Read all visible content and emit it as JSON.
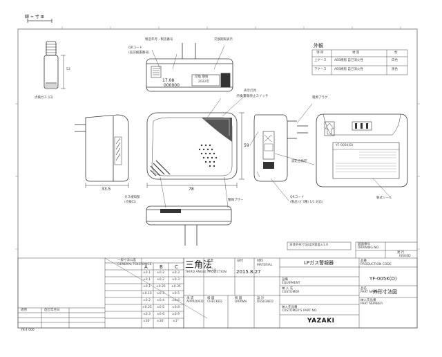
{
  "header": {
    "scale_label": "線 = 寸 ⊞"
  },
  "views": {
    "connector": {
      "label": "点検ガス (口)",
      "dim_height": "53"
    },
    "top": {
      "label_top": "製造年月・製造番号",
      "label_qr": "QRコード",
      "label_qr_sub": "(名前検置番号)",
      "label_wave": "交換期限表示",
      "date_left": "17.08",
      "serial": "000000",
      "date_right": "2022年",
      "plate_text": "交換 期限"
    },
    "front": {
      "label_lamp": "表示灯具",
      "label_switch": "点検/警報停止スイッチ",
      "label_vent": "ガス検知部",
      "label_vent_sub": "(点検口)",
      "label_buzzer": "警報ブザー",
      "dim_left": "33.5",
      "dim_width": "78",
      "dim_height": "59"
    },
    "side": {
      "label_plug": "電源プラグ",
      "label_qr": "QRコード",
      "label_qr_sub": "(製品 (ｶﾞｽ種) 1/1 対応)",
      "label_cert": "認定合格印"
    },
    "back": {
      "model_text": "YF-005K(D)",
      "label_seal": "製式シール"
    }
  },
  "legend": {
    "title": "外観",
    "headers": [
      "項 目",
      "材 質",
      "色"
    ],
    "rows": [
      {
        "item": "上ケース",
        "material": "ABS樹脂 自己消火性",
        "color": "白色"
      },
      {
        "item": "下ケース",
        "material": "ABS樹脂 自己消火性",
        "color": "黒色"
      }
    ]
  },
  "note": "本体外形寸法は許容差±1.0",
  "title_block": {
    "drawing_no_label": "図面番号",
    "drawing_no_sub": "DRAWING NO.",
    "issue_label": "発 行",
    "issue_sub": "ISSUED",
    "projection": "三角法",
    "projection_sub": "THIRD ANGLE PROJECTION",
    "scale_label": "尺度",
    "scale_value": "S=1/1",
    "date_label": "日付",
    "date_value": "2015.8.27",
    "material_label": "材料",
    "material_sub": "MATERIAL",
    "product_label": "LPガス警報器",
    "product_no_label": "品番",
    "product_no_sub": "PRODUCTION CODE",
    "product_no_value": "YF-005K(D)",
    "part_name_label": "品名",
    "part_name_sub": "PART NAME",
    "part_name_value": "外形寸法図",
    "equip_label": "設備",
    "equip_sub": "EQUIPMENT",
    "customer_label": "納 入 先",
    "customer_sub": "CUSTOMER",
    "customer2_label": "納入先品番",
    "customer2_sub": "CUSTOMER'S PART NO.",
    "customer3_label": "納入先品番",
    "customer3_sub": "PART NUMBER",
    "designed_label": "承 認",
    "designed_sub": "APPROVED",
    "checked_label": "検 図",
    "checked_sub": "CHECKED",
    "drawn_label": "製 図",
    "drawn_sub": "DRAWN",
    "design_label": "設 計",
    "design_sub": "DESIGNED",
    "brand": "YAZAKI"
  },
  "tolerance": {
    "title": "一般寸法公差",
    "title_sub": "GENERAL TOLERANCE",
    "grades": [
      "A",
      "B",
      "C"
    ],
    "rows": [
      [
        "±0.1",
        "±0.2",
        "±0.3"
      ],
      [
        "±0.1",
        "±0.2",
        "±0.3"
      ],
      [
        "±0.1",
        "±0.25",
        "±0.35"
      ],
      [
        "±0.15",
        "±0.3",
        "±0.5"
      ],
      [
        "±0.2",
        "±0.4",
        "±0.6"
      ],
      [
        "±0.25",
        "±0.5",
        "±0.8"
      ],
      [
        "±0.3",
        "±0.6",
        "±0.9"
      ]
    ],
    "angle_row": [
      "±30'",
      "±30'",
      "±1°"
    ]
  },
  "revision": {
    "col1": "適用",
    "col2": "改訂年月日",
    "footer": "YK-4 000"
  },
  "colors": {
    "line": "#333333",
    "frame": "#555555",
    "grid": "#999999",
    "red": "#c22222",
    "accent": "#000000"
  }
}
